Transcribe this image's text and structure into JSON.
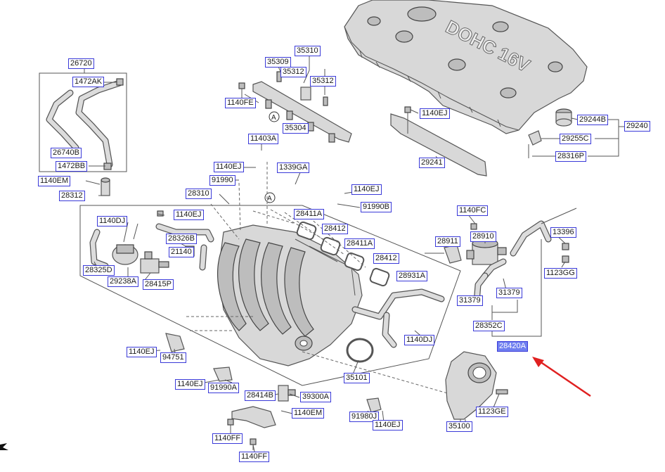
{
  "labels": {
    "p26720": "26720",
    "p1472AK": "1472AK",
    "p26740B": "26740B",
    "p1472BB": "1472BB",
    "p1140EM_a": "1140EM",
    "p28312": "28312",
    "p35309": "35309",
    "p35310": "35310",
    "p35312_a": "35312",
    "p35312_b": "35312",
    "p1140FE_a": "1140FE",
    "p35304": "35304",
    "p11403A": "11403A",
    "p1140EJ_a": "1140EJ",
    "p1339GA": "1339GA",
    "p91990": "91990",
    "p28310": "28310",
    "p1140EJ_b": "1140EJ",
    "p91990B": "91990B",
    "p1140DJ_a": "1140DJ",
    "p1140EJ_c": "1140EJ",
    "p28411A_a": "28411A",
    "p28412_a": "28412",
    "p28326B": "28326B",
    "p21140": "21140",
    "p28411A_b": "28411A",
    "p28412_b": "28412",
    "p28931A": "28931A",
    "p28325D": "28325D",
    "p29238A": "29238A",
    "p28415P": "28415P",
    "p1140EJ_d": "1140EJ",
    "p94751": "94751",
    "p1140EJ_e": "1140EJ",
    "p91990A": "91990A",
    "p28414B": "28414B",
    "p39300A": "39300A",
    "p1140EM_b": "1140EM",
    "p1140FF_a": "1140FF",
    "p1140FF_b": "1140FF",
    "p91980J": "91980J",
    "p1140EJ_f": "1140EJ",
    "p35101": "35101",
    "p1140DJ_b": "1140DJ",
    "p1140FC": "1140FC",
    "p28911": "28911",
    "p28910": "28910",
    "p13396": "13396",
    "p1123GG": "1123GG",
    "p31379_a": "31379",
    "p31379_b": "31379",
    "p28352C": "28352C",
    "p28420A": "28420A",
    "p35100": "35100",
    "p1123GE": "1123GE",
    "p1140EJ_g": "1140EJ",
    "p29244B": "29244B",
    "p29240": "29240",
    "p29255C": "29255C",
    "p28316P": "28316P",
    "p29241": "29241"
  },
  "callouts": {
    "a1": "A",
    "a2": "A"
  },
  "cover_text": "DOHC 16V",
  "highlight_color": "#6f7ff0",
  "pointer_color": "#e02020",
  "label_border_color": "#3a3ad8"
}
